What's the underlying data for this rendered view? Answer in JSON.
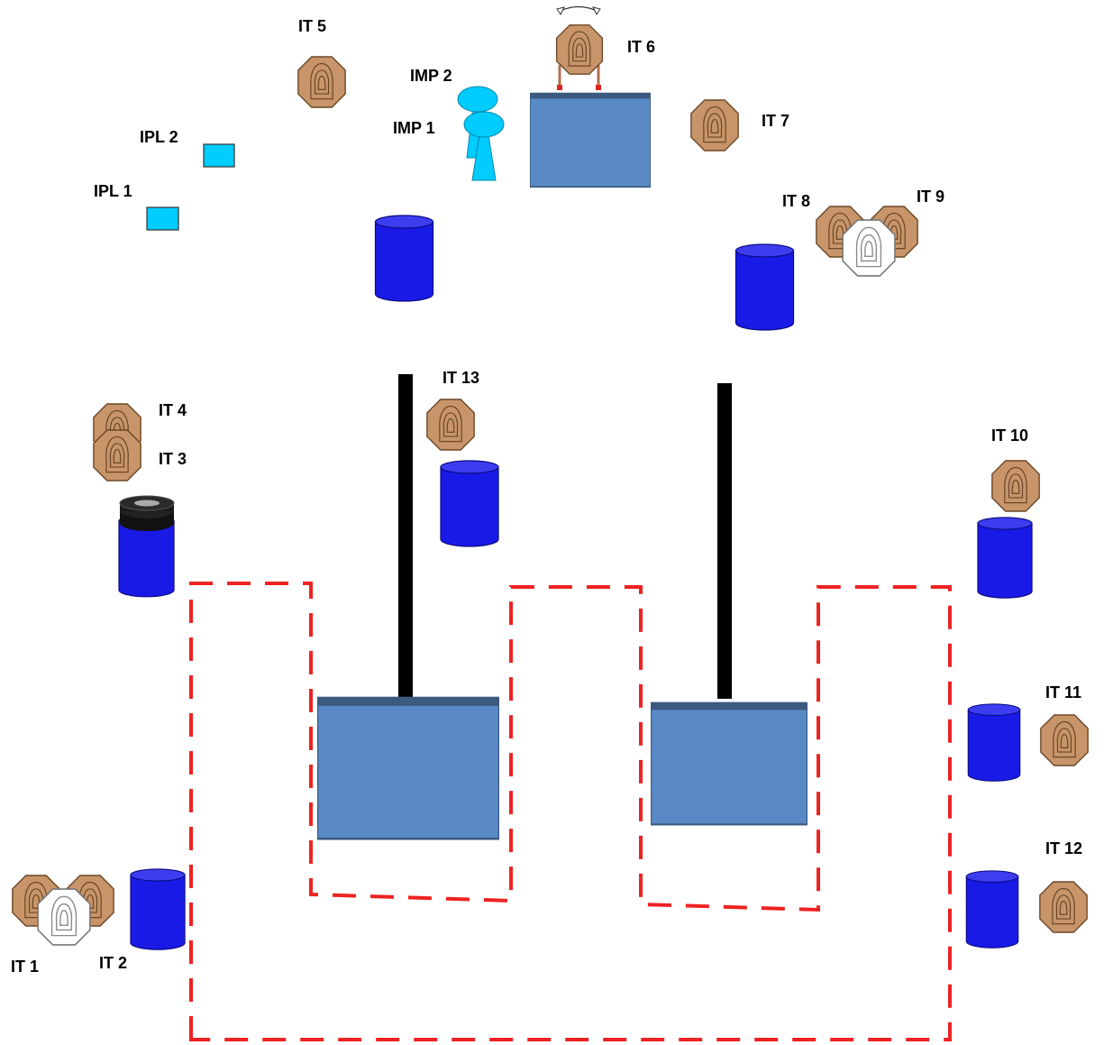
{
  "labels": {
    "it1": "IT 1",
    "it2": "IT 2",
    "it3": "IT 3",
    "it4": "IT 4",
    "it5": "IT 5",
    "it6": "IT 6",
    "it7": "IT 7",
    "it8": "IT 8",
    "it9": "IT 9",
    "it10": "IT 10",
    "it11": "IT 11",
    "it12": "IT 12",
    "it13": "IT 13",
    "imp1": "IMP 1",
    "imp2": "IMP 2",
    "ipl1": "IPL 1",
    "ipl2": "IPL 2"
  },
  "colors": {
    "target_tan": "#c8956a",
    "target_stroke": "#5a3a20",
    "no_shoot_white": "#ffffff",
    "barrel_blue": "#1a1ae6",
    "barrel_top": "#3d3df0",
    "wall_blue": "#5a8ac6",
    "wall_top": "#3c5a80",
    "popper_cyan": "#00ccff",
    "boundary_red": "#ee2222",
    "post_black": "#000000"
  }
}
